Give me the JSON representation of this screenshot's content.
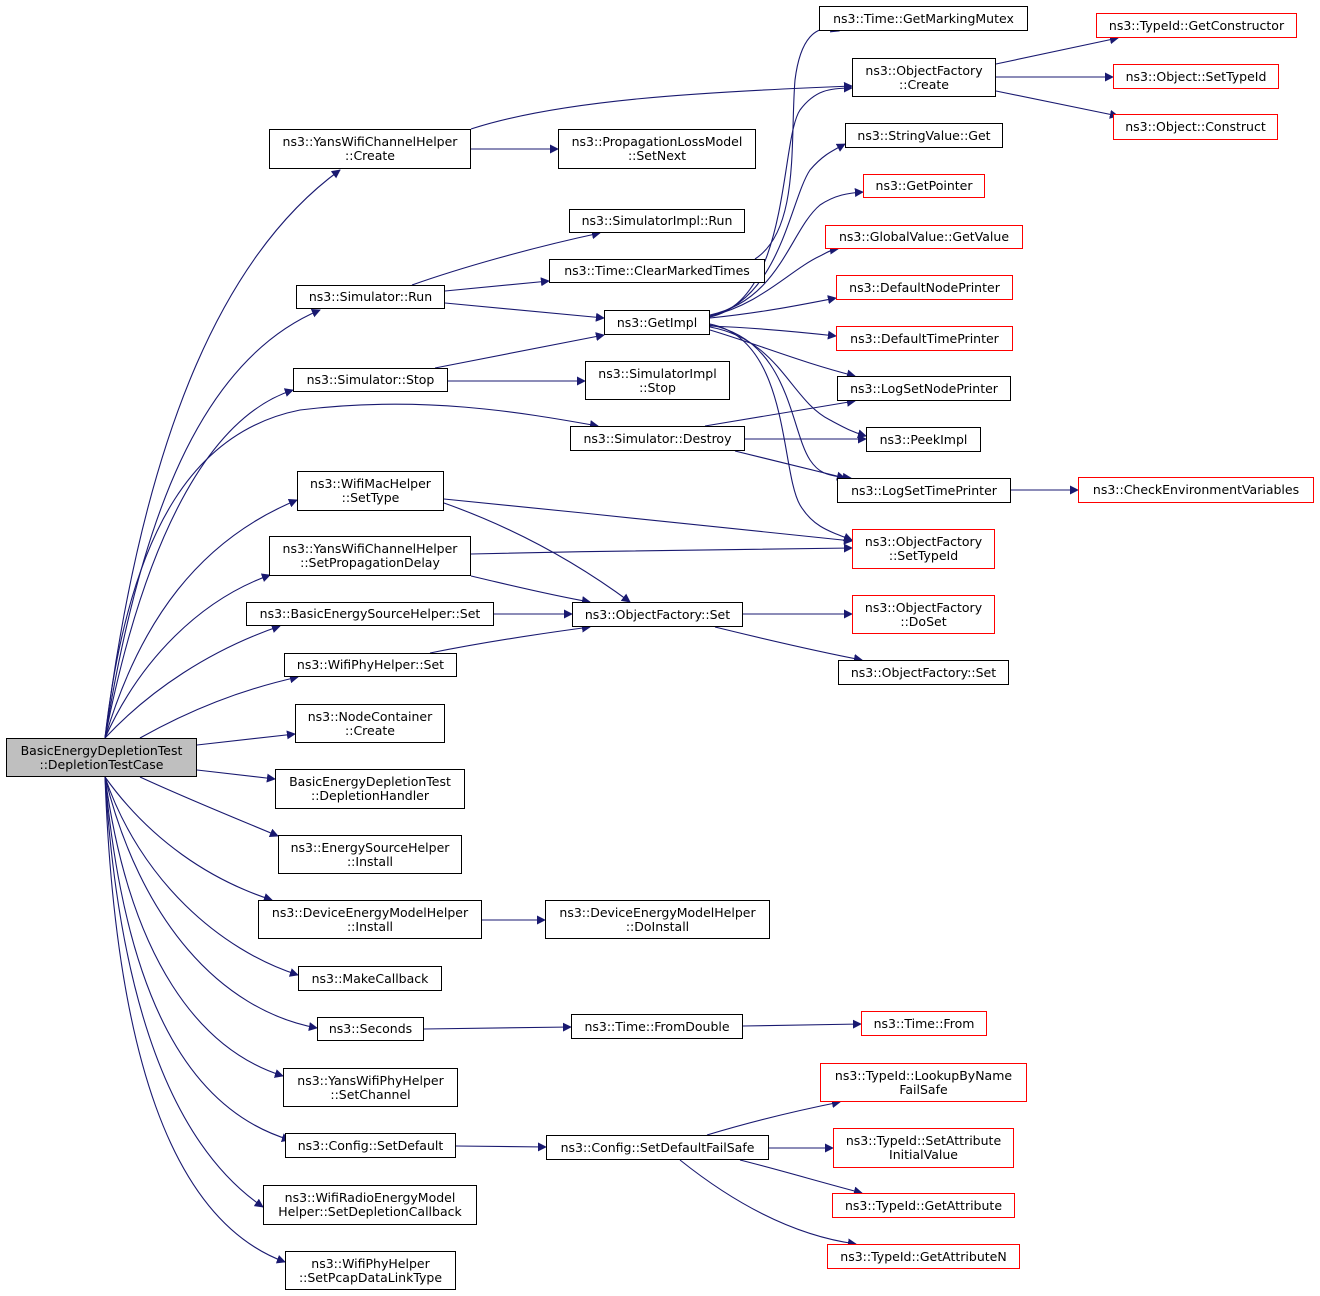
{
  "colors": {
    "edge": "#191970",
    "box_border": "#000000",
    "incomplete_border": "#ff0000",
    "root_fill": "#bfbfbf"
  },
  "nodes": {
    "root": {
      "lines": [
        "BasicEnergyDepletionTest",
        "::DepletionTestCase"
      ]
    },
    "yans_channel_create": {
      "lines": [
        "ns3::YansWifiChannelHelper",
        "::Create"
      ]
    },
    "simulator_run": {
      "lines": [
        "ns3::Simulator::Run"
      ]
    },
    "simulator_stop": {
      "lines": [
        "ns3::Simulator::Stop"
      ]
    },
    "wifimac_settype": {
      "lines": [
        "ns3::WifiMacHelper",
        "::SetType"
      ]
    },
    "yans_set_prop_delay": {
      "lines": [
        "ns3::YansWifiChannelHelper",
        "::SetPropagationDelay"
      ]
    },
    "basic_energy_set": {
      "lines": [
        "ns3::BasicEnergySourceHelper::Set"
      ]
    },
    "wifiphy_set": {
      "lines": [
        "ns3::WifiPhyHelper::Set"
      ]
    },
    "nodecontainer_create": {
      "lines": [
        "ns3::NodeContainer",
        "::Create"
      ]
    },
    "depletion_handler": {
      "lines": [
        "BasicEnergyDepletionTest",
        "::DepletionHandler"
      ]
    },
    "energy_source_install": {
      "lines": [
        "ns3::EnergySourceHelper",
        "::Install"
      ]
    },
    "device_energy_install": {
      "lines": [
        "ns3::DeviceEnergyModelHelper",
        "::Install"
      ]
    },
    "make_callback": {
      "lines": [
        "ns3::MakeCallback"
      ]
    },
    "seconds": {
      "lines": [
        "ns3::Seconds"
      ]
    },
    "yans_phy_setchannel": {
      "lines": [
        "ns3::YansWifiPhyHelper",
        "::SetChannel"
      ]
    },
    "config_setdefault": {
      "lines": [
        "ns3::Config::SetDefault"
      ]
    },
    "wifi_radio_set_depletion": {
      "lines": [
        "ns3::WifiRadioEnergyModel",
        "Helper::SetDepletionCallback"
      ]
    },
    "wifiphy_set_pcap": {
      "lines": [
        "ns3::WifiPhyHelper",
        "::SetPcapDataLinkType"
      ]
    },
    "prop_loss_setnext": {
      "lines": [
        "ns3::PropagationLossModel",
        "::SetNext"
      ]
    },
    "simimpl_run": {
      "lines": [
        "ns3::SimulatorImpl::Run"
      ]
    },
    "time_clear_marked": {
      "lines": [
        "ns3::Time::ClearMarkedTimes"
      ]
    },
    "getimpl": {
      "lines": [
        "ns3::GetImpl"
      ]
    },
    "simimpl_stop": {
      "lines": [
        "ns3::SimulatorImpl",
        "::Stop"
      ]
    },
    "simulator_destroy": {
      "lines": [
        "ns3::Simulator::Destroy"
      ]
    },
    "objfactory_set": {
      "lines": [
        "ns3::ObjectFactory::Set"
      ]
    },
    "device_energy_doinstall": {
      "lines": [
        "ns3::DeviceEnergyModelHelper",
        "::DoInstall"
      ]
    },
    "time_fromdouble": {
      "lines": [
        "ns3::Time::FromDouble"
      ]
    },
    "config_setdefault_failsafe": {
      "lines": [
        "ns3::Config::SetDefaultFailSafe"
      ]
    },
    "time_get_marking_mutex": {
      "lines": [
        "ns3::Time::GetMarkingMutex"
      ]
    },
    "objfactory_create": {
      "lines": [
        "ns3::ObjectFactory",
        "::Create"
      ]
    },
    "stringvalue_get": {
      "lines": [
        "ns3::StringValue::Get"
      ]
    },
    "getpointer": {
      "lines": [
        "ns3::GetPointer"
      ]
    },
    "globalvalue_getvalue": {
      "lines": [
        "ns3::GlobalValue::GetValue"
      ]
    },
    "default_node_printer": {
      "lines": [
        "ns3::DefaultNodePrinter"
      ]
    },
    "default_time_printer": {
      "lines": [
        "ns3::DefaultTimePrinter"
      ]
    },
    "log_set_node_printer": {
      "lines": [
        "ns3::LogSetNodePrinter"
      ]
    },
    "peekimpl": {
      "lines": [
        "ns3::PeekImpl"
      ]
    },
    "log_set_time_printer": {
      "lines": [
        "ns3::LogSetTimePrinter"
      ]
    },
    "objfactory_settypeid": {
      "lines": [
        "ns3::ObjectFactory",
        "::SetTypeId"
      ]
    },
    "objfactory_doset": {
      "lines": [
        "ns3::ObjectFactory",
        "::DoSet"
      ]
    },
    "objfactory_set2": {
      "lines": [
        "ns3::ObjectFactory::Set"
      ]
    },
    "time_from": {
      "lines": [
        "ns3::Time::From"
      ]
    },
    "typeid_lookup_failsafe": {
      "lines": [
        "ns3::TypeId::LookupByName",
        "FailSafe"
      ]
    },
    "typeid_set_attr_initial": {
      "lines": [
        "ns3::TypeId::SetAttribute",
        "InitialValue"
      ]
    },
    "typeid_getattribute": {
      "lines": [
        "ns3::TypeId::GetAttribute"
      ]
    },
    "typeid_getattributen": {
      "lines": [
        "ns3::TypeId::GetAttributeN"
      ]
    },
    "typeid_getconstructor": {
      "lines": [
        "ns3::TypeId::GetConstructor"
      ]
    },
    "object_settypeid": {
      "lines": [
        "ns3::Object::SetTypeId"
      ]
    },
    "object_construct": {
      "lines": [
        "ns3::Object::Construct"
      ]
    },
    "check_env_vars": {
      "lines": [
        "ns3::CheckEnvironmentVariables"
      ]
    }
  }
}
